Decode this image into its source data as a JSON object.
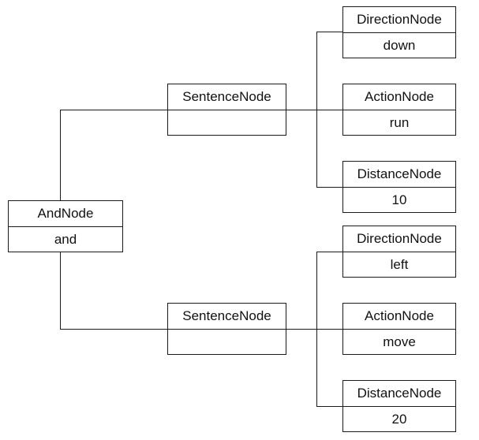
{
  "diagram": {
    "root": {
      "id": "and",
      "type": "AndNode",
      "value": "and"
    },
    "sentences": [
      {
        "id": "sentence1",
        "type": "SentenceNode",
        "value": "",
        "children": [
          {
            "id": "dir1",
            "type": "DirectionNode",
            "value": "down"
          },
          {
            "id": "act1",
            "type": "ActionNode",
            "value": "run"
          },
          {
            "id": "dist1",
            "type": "DistanceNode",
            "value": "10"
          }
        ]
      },
      {
        "id": "sentence2",
        "type": "SentenceNode",
        "value": "",
        "children": [
          {
            "id": "dir2",
            "type": "DirectionNode",
            "value": "left"
          },
          {
            "id": "act2",
            "type": "ActionNode",
            "value": "move"
          },
          {
            "id": "dist2",
            "type": "DistanceNode",
            "value": "20"
          }
        ]
      }
    ],
    "colors": {
      "line": "#1a1a1a",
      "box_border": "#1a1a1a",
      "text": "#111111",
      "background": "#ffffff"
    }
  }
}
